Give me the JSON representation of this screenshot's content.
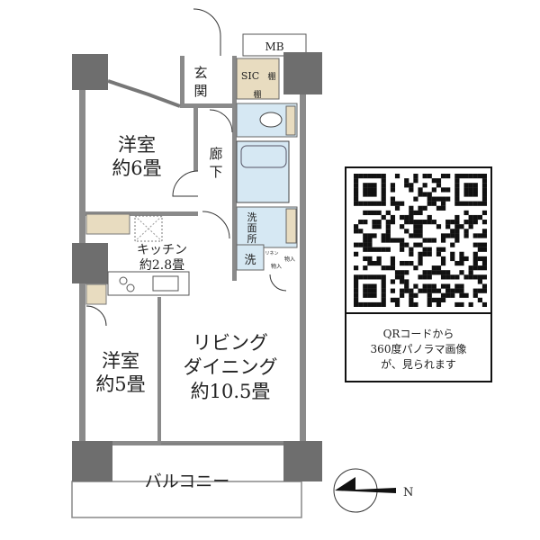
{
  "rooms": {
    "western_room_1": {
      "name": "洋室",
      "size": "約6畳"
    },
    "western_room_2": {
      "name": "洋室",
      "size": "約5畳"
    },
    "kitchen": {
      "name": "キッチン",
      "size": "約2.8畳"
    },
    "living": {
      "line1": "リビング",
      "line2": "ダイニング",
      "size": "約10.5畳"
    },
    "entrance": {
      "line1": "玄",
      "line2": "関"
    },
    "corridor": {
      "line1": "廊",
      "line2": "下"
    },
    "washroom": {
      "line1": "洗",
      "line2": "面",
      "line3": "所"
    },
    "washer": "洗",
    "balcony": "バルコニー",
    "mb": "MB",
    "sic": "SIC",
    "shelf_1": "棚",
    "shelf_2": "棚",
    "storage_1": "物入",
    "storage_2": "物入",
    "linen": "リネン"
  },
  "qr": {
    "caption_lines": [
      "QRコードから",
      "360度パノラマ画像",
      "が、見られます"
    ]
  },
  "compass": {
    "label": "N"
  },
  "colors": {
    "wall": "#7d7d7d",
    "wet_area": "#d6e8f3",
    "storage": "#e8dcc0"
  }
}
